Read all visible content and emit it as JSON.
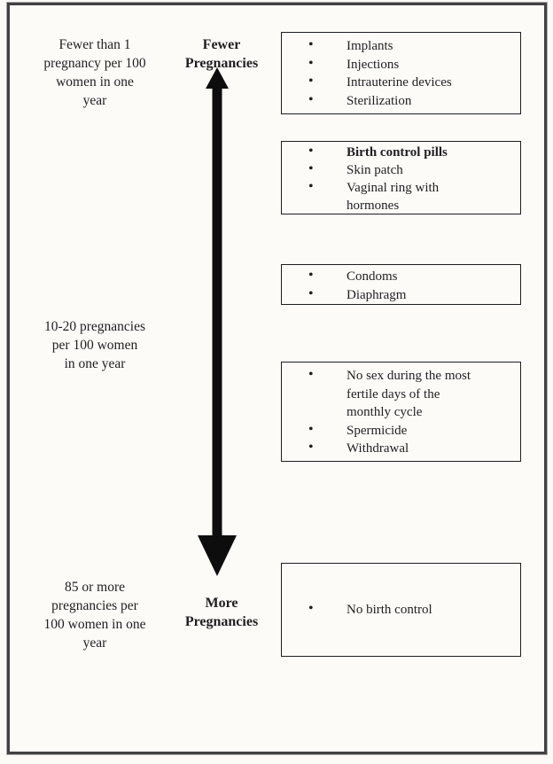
{
  "figure": {
    "rate_labels": {
      "top": "Fewer than 1\npregnancy per 100\nwomen in one\nyear",
      "middle": "10-20 pregnancies\nper 100 women\nin one year",
      "bottom": "85 or more\npregnancies per\n100 women in one\nyear"
    },
    "axis": {
      "top_label": "Fewer\nPregnancies",
      "bottom_label": "More\nPregnancies"
    },
    "boxes": [
      {
        "tier": "most-effective",
        "items": [
          "Implants",
          "Injections",
          "Intrauterine devices",
          "Sterilization"
        ]
      },
      {
        "tier": "hormonal",
        "items": [
          "Birth control pills",
          "Skin patch",
          "Vaginal ring with\nhormones"
        ]
      },
      {
        "tier": "barrier",
        "items": [
          "Condoms",
          "Diaphragm"
        ]
      },
      {
        "tier": "behavioral",
        "items": [
          "No sex during the most\nfertile days of the\nmonthly cycle",
          "Spermicide",
          "Withdrawal"
        ]
      },
      {
        "tier": "none",
        "items": [
          "No birth control"
        ]
      }
    ],
    "glyphs": {
      "bullet": "•"
    },
    "colors": {
      "ink": "#1f1f1f",
      "frame_border": "#414141",
      "box_border": "#1e1e1e",
      "background": "#fbfaf7",
      "arrow": "#0d0d0d"
    }
  }
}
